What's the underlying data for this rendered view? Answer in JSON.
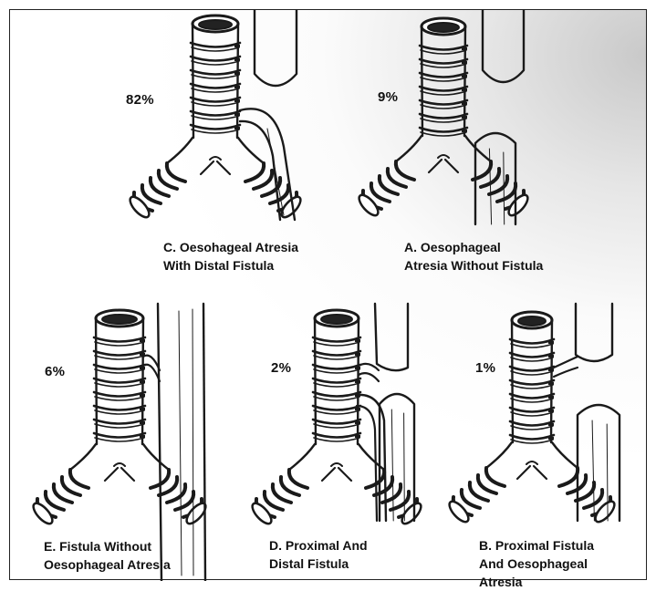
{
  "panels": [
    {
      "key": "C",
      "percent": "82%",
      "caption": [
        "C. Oesohageal Atresia",
        "With Distal Fistula"
      ],
      "variant": "distal-fistula"
    },
    {
      "key": "A",
      "percent": "9%",
      "caption": [
        "A. Oesophageal",
        "Atresia Without Fistula"
      ],
      "variant": "no-fistula"
    },
    {
      "key": "E",
      "percent": "6%",
      "caption": [
        "E. Fistula Without",
        "Oesophageal Atresia"
      ],
      "variant": "h-type"
    },
    {
      "key": "D",
      "percent": "2%",
      "caption": [
        "D. Proximal And",
        "Distal Fistula"
      ],
      "variant": "both-fistulae"
    },
    {
      "key": "B",
      "percent": "1%",
      "caption": [
        "B. Proximal Fistula",
        "And Oesophageal",
        "Atresia"
      ],
      "variant": "proximal-fistula"
    }
  ],
  "colors": {
    "ink": "#1a1a1a",
    "background": "#ffffff",
    "vignette": "#c9c9c9"
  }
}
